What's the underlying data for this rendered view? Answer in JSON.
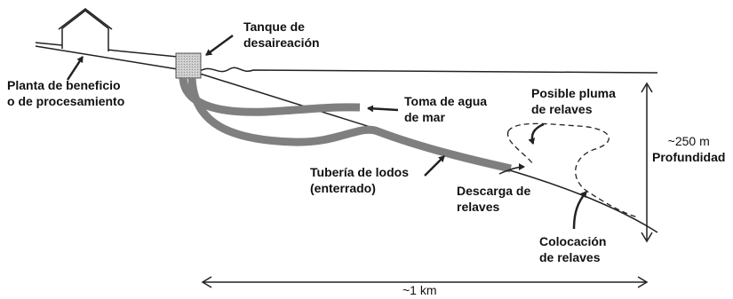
{
  "labels": {
    "plant": [
      "Planta de beneficio",
      "o de procesamiento"
    ],
    "deaeration_tank": [
      "Tanque de",
      "desaireación"
    ],
    "seawater_intake": [
      "Toma de agua",
      "de mar"
    ],
    "plume": [
      "Posible pluma",
      "de relaves"
    ],
    "depth": [
      "~250 m",
      "Profundidad"
    ],
    "slurry_pipe": [
      "Tubería de lodos",
      "(enterrado)"
    ],
    "discharge": [
      "Descarga de",
      "relaves"
    ],
    "placement": [
      "Colocación",
      "de relaves"
    ],
    "distance": "~1 km"
  },
  "colors": {
    "line": "#222222",
    "pipe": "#7f7f7f",
    "tank": "#bdbdbd"
  }
}
